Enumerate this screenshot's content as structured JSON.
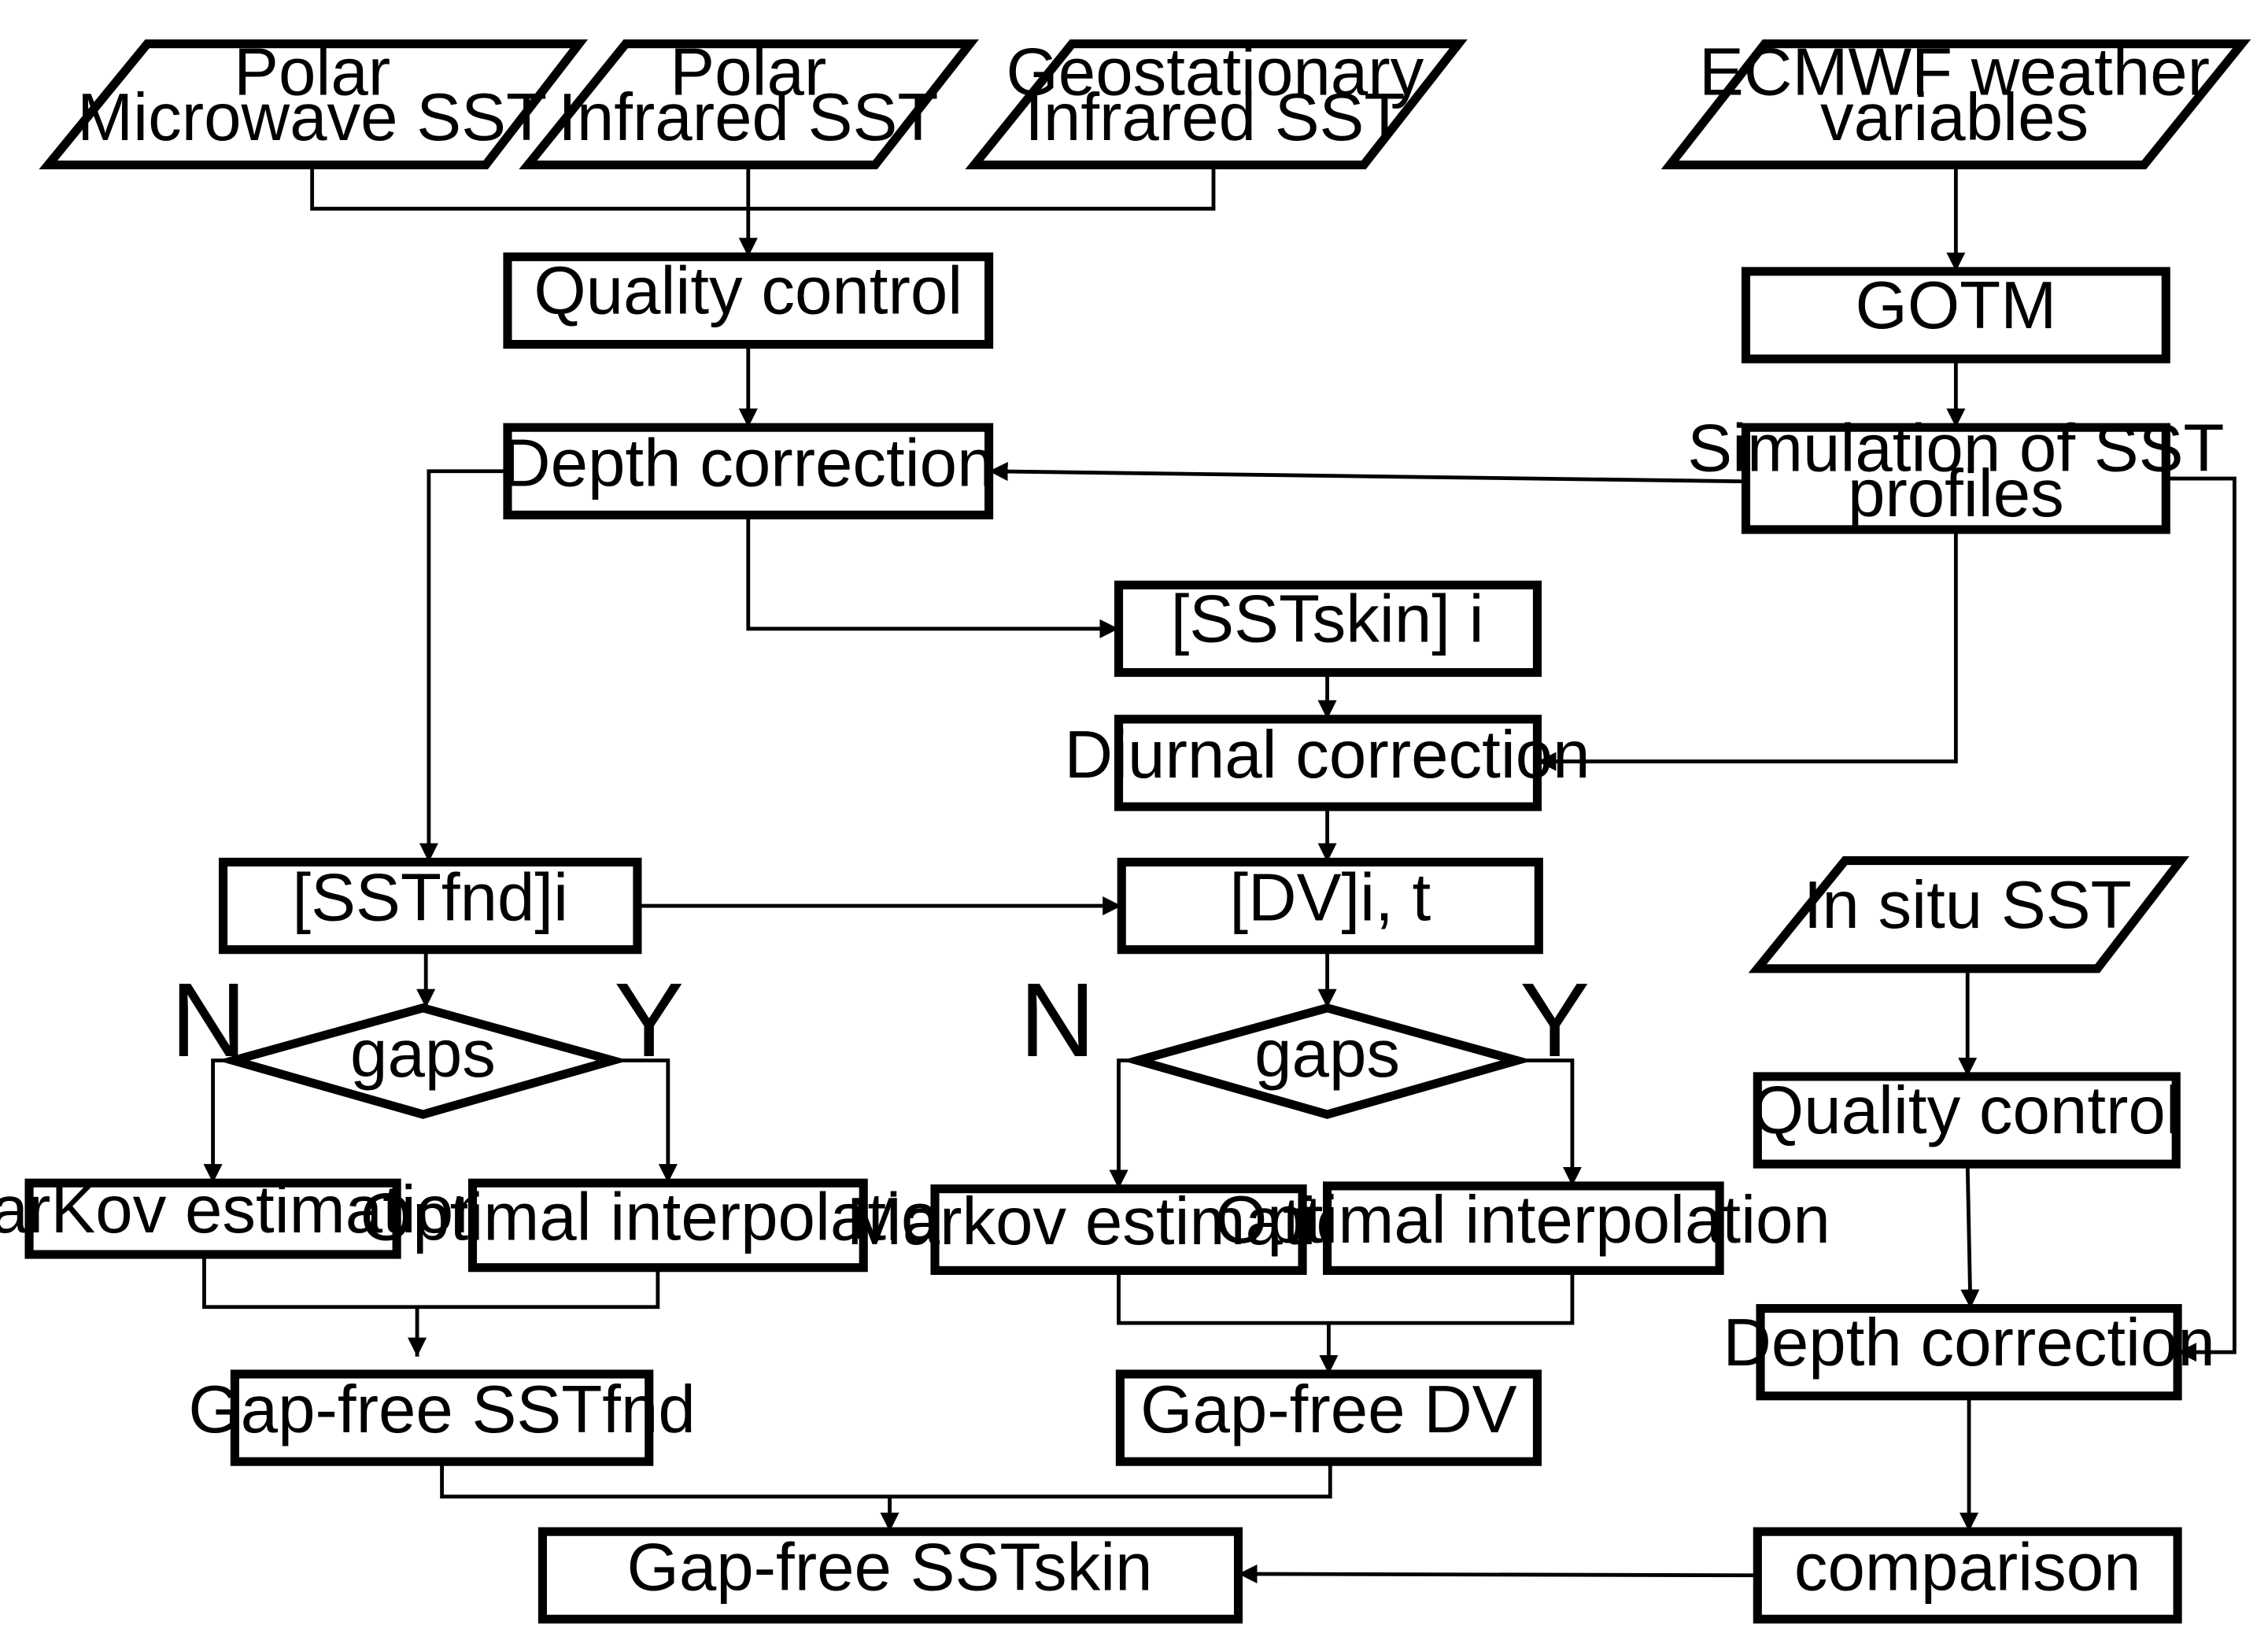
{
  "inputs": {
    "polar_microwave": [
      "Polar",
      "Microwave  SST"
    ],
    "polar_infrared": [
      "Polar",
      "Infrared SST"
    ],
    "geostationary_infrared": [
      "Geostationary",
      "Infrared SST"
    ],
    "ecmwf": [
      "ECMWF weather",
      "variables"
    ],
    "in_situ": [
      "In situ SST"
    ]
  },
  "processes": {
    "quality_control_sat": "Quality control",
    "gotm": "GOTM",
    "depth_correction_sat": "Depth correction",
    "simulation": [
      "Simulation of SST",
      "profiles"
    ],
    "sstskin_i": "[SSTskin] i",
    "diurnal_correction": "Diurnal correction",
    "sstfnd_i": "[SSTfnd]i",
    "dv_i_t": "[DV]i, t",
    "markov_left": "MarKov estimation",
    "oi_left": "Optimal interpolation",
    "markov_right": "Markov estimation",
    "oi_right": "Optimal interpolation",
    "gapfree_sstfnd": "Gap-free SSTfnd",
    "gapfree_dv": "Gap-free DV",
    "gapfree_sstskin": "Gap-free SSTskin",
    "quality_control_insitu": "Quality control",
    "depth_correction_insitu": "Depth correction",
    "comparison": "comparison"
  },
  "decisions": {
    "gaps_left": "gaps",
    "gaps_right": "gaps"
  },
  "branch_labels": {
    "no": "N",
    "yes": "Y"
  }
}
